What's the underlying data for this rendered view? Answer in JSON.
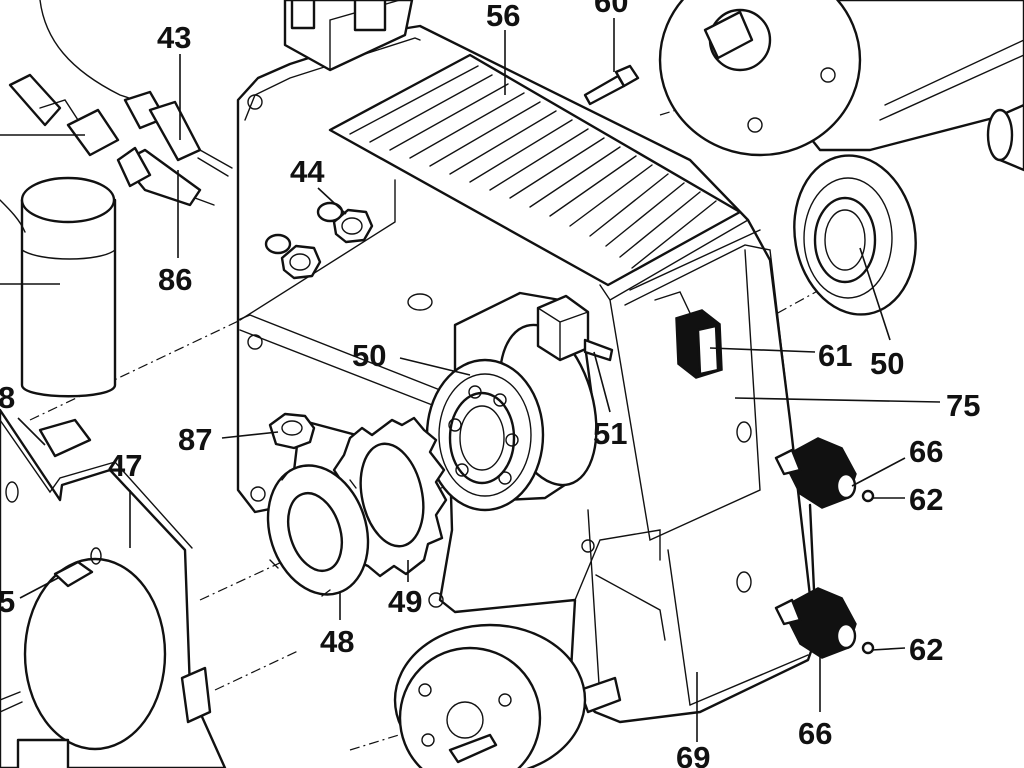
{
  "diagram": {
    "labels": {
      "p43": "43",
      "p56": "56",
      "p60": "60",
      "p44": "44",
      "p86": "86",
      "p50a": "50",
      "p50b": "50",
      "p61": "61",
      "p75": "75",
      "p51": "51",
      "p87": "87",
      "p8": "8",
      "p47": "47",
      "p66a": "66",
      "p62a": "62",
      "p62b": "62",
      "p66b": "66",
      "p48": "48",
      "p49": "49",
      "p5": "5",
      "p69": "69"
    }
  }
}
